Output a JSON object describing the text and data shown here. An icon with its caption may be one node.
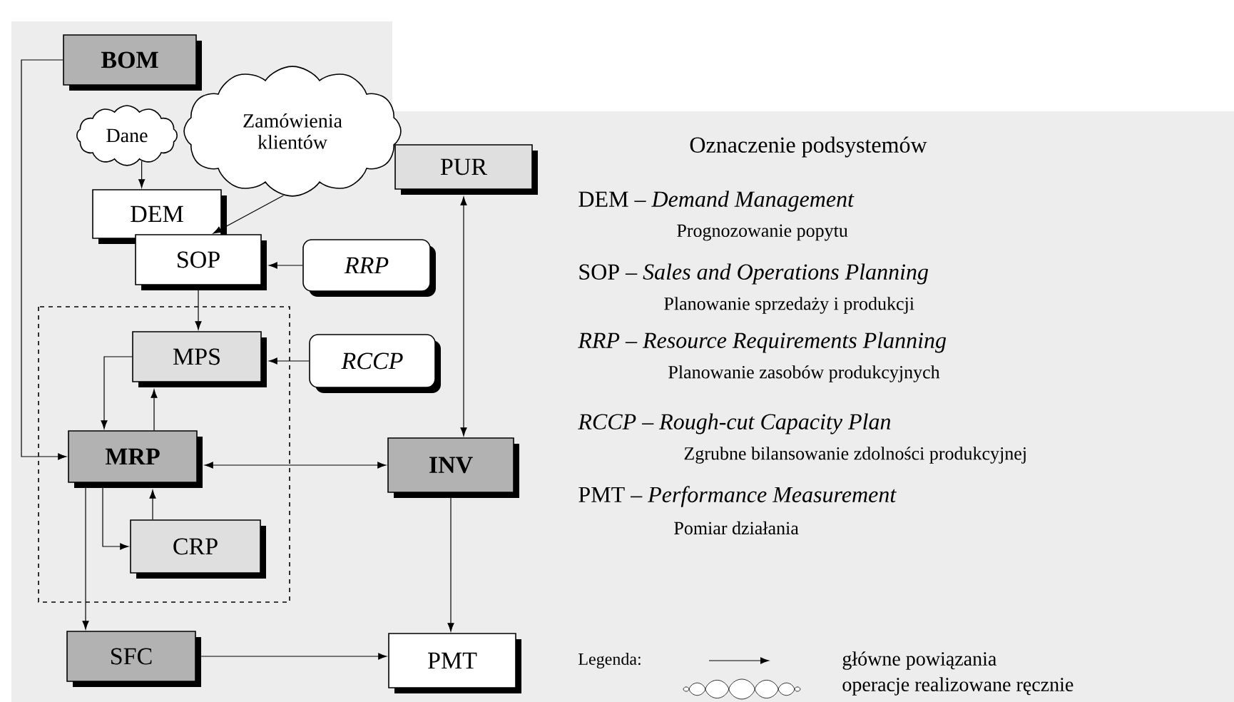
{
  "diagram": {
    "nodes": [
      {
        "text": [
          "BOM"
        ]
      },
      {
        "text": [
          "Dane"
        ]
      },
      {
        "text": [
          "Zamówienia klientów"
        ]
      },
      {
        "text": [
          "DEM"
        ]
      },
      {
        "text": [
          "SOP"
        ]
      },
      {
        "text": [
          "RRP"
        ]
      },
      {
        "text": [
          "PUR"
        ]
      },
      {
        "text": [
          "MPS"
        ]
      },
      {
        "text": [
          "RCCP"
        ]
      },
      {
        "text": [
          "MRP"
        ]
      },
      {
        "text": [
          "INV"
        ]
      },
      {
        "text": [
          "CRP"
        ]
      },
      {
        "text": [
          "SFC"
        ]
      },
      {
        "text": [
          "PMT"
        ]
      }
    ],
    "edges": [
      {
        "from": 0,
        "to": 9,
        "arrow": "to"
      },
      {
        "from": 1,
        "to": 3,
        "arrow": "to"
      },
      {
        "from": 2,
        "to": 4,
        "arrow": "to"
      },
      {
        "from": 5,
        "to": 4,
        "arrow": "to"
      },
      {
        "from": 4,
        "to": 7,
        "arrow": "to"
      },
      {
        "from": 8,
        "to": 7,
        "arrow": "to"
      },
      {
        "from": 7,
        "to": 9,
        "arrow": "to"
      },
      {
        "from": 9,
        "to": 7,
        "arrow": "to"
      },
      {
        "from": 9,
        "to": 11,
        "arrow": "to"
      },
      {
        "from": 11,
        "to": 9,
        "arrow": "to"
      },
      {
        "from": 9,
        "to": 10,
        "arrow": "both"
      },
      {
        "from": 6,
        "to": 10,
        "arrow": "both"
      },
      {
        "from": 9,
        "to": 12,
        "arrow": "to"
      },
      {
        "from": 12,
        "to": 13,
        "arrow": "to"
      },
      {
        "from": 10,
        "to": 13,
        "arrow": "to"
      }
    ],
    "labels": [
      "Oznaczenie podsystemów",
      "DEM – *Demand Management*",
      "Prognozowanie popytu",
      "SOP – *Sales and Operations Planning*",
      "Planowanie sprzedaży i produkcji",
      "RRP – Resource Requirements Planning",
      "Planowanie zasobów produkcyjnych",
      "RCCP – Rough-cut Capacity Plan",
      "Zgrubne bilansowanie zdolności produkcyjnej",
      "PMT – *Performance Measurement*",
      "Pomiar działania",
      "Legenda:"
    ],
    "legend": [
      {
        "text": "główne powiązania"
      },
      {
        "text": "operacje realizowane ręcznie"
      }
    ]
  }
}
